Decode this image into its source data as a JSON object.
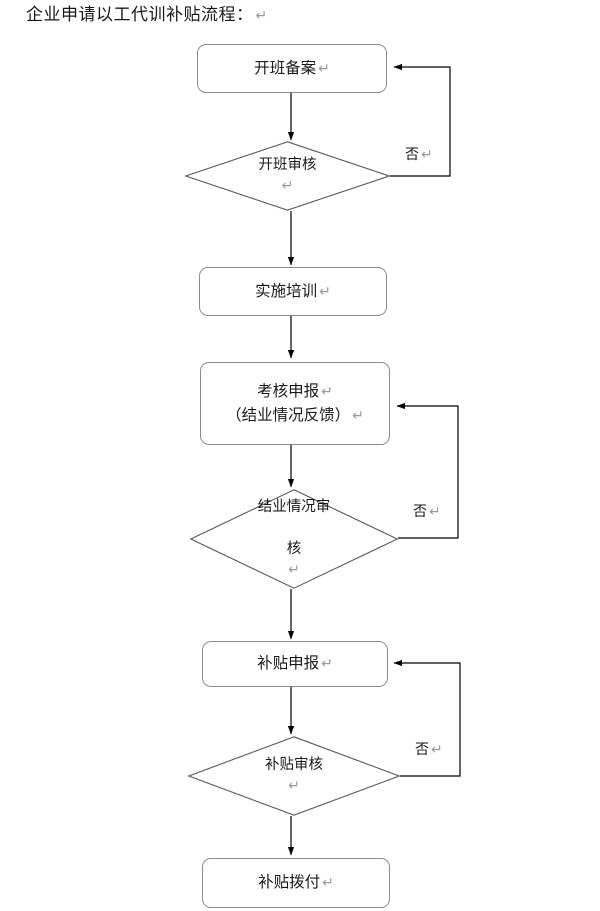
{
  "title": {
    "text": "企业申请以工代训补贴流程：",
    "pilcrow": "↵"
  },
  "diagram": {
    "type": "flowchart",
    "orientation": "top-to-bottom",
    "line_color": "#8c8c8c",
    "diamond_line_color": "#595959",
    "arrow_color": "#000000",
    "background": "#ffffff",
    "nodes": [
      {
        "id": "n1",
        "shape": "rounded-rect",
        "label": "开班备案",
        "pilcrow": "↵"
      },
      {
        "id": "d1",
        "shape": "diamond",
        "label": "开班审核",
        "pilcrow": "↵"
      },
      {
        "id": "n2",
        "shape": "rounded-rect",
        "label": "实施培训",
        "pilcrow": "↵"
      },
      {
        "id": "n3",
        "shape": "rounded-rect",
        "label_line1": "考核申报",
        "label_line2": "（结业情况反馈）",
        "pilcrow": "↵"
      },
      {
        "id": "d2",
        "shape": "diamond",
        "label_line1": "结业情况审",
        "label_line2": "核",
        "pilcrow": "↵"
      },
      {
        "id": "n4",
        "shape": "rounded-rect",
        "label": "补贴申报",
        "pilcrow": "↵"
      },
      {
        "id": "d3",
        "shape": "diamond",
        "label": "补贴审核",
        "pilcrow": "↵"
      },
      {
        "id": "n5",
        "shape": "rounded-rect",
        "label": "补贴拨付",
        "pilcrow": "↵"
      }
    ],
    "edge_labels": [
      {
        "id": "e1",
        "text": "否",
        "pilcrow": "↵",
        "from": "d1",
        "to": "n1"
      },
      {
        "id": "e2",
        "text": "否",
        "pilcrow": "↵",
        "from": "d2",
        "to": "n3"
      },
      {
        "id": "e3",
        "text": "否",
        "pilcrow": "↵",
        "from": "d3",
        "to": "n4"
      }
    ]
  }
}
